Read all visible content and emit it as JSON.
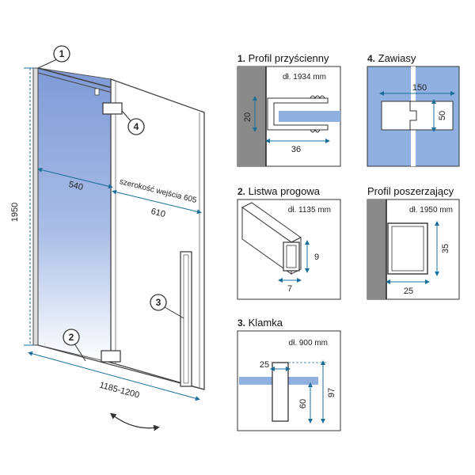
{
  "main": {
    "dimensions": {
      "height": "1950",
      "panel_width": "540",
      "entrance_label": "szerokość wejścia 605",
      "door_width": "610",
      "total_width": "1185-1200"
    },
    "callouts": [
      "1",
      "2",
      "3",
      "4"
    ]
  },
  "details": {
    "profile": {
      "number": "1.",
      "title": "Profil przyścienny",
      "length": "dł. 1934 mm",
      "dim_height": "20",
      "dim_width": "36"
    },
    "hinges": {
      "number": "4.",
      "title": "Zawiasy",
      "dim_width": "150",
      "dim_height": "50"
    },
    "threshold": {
      "number": "2.",
      "title": "Listwa progowa",
      "length": "dł. 1135 mm",
      "dim_height": "9",
      "dim_width": "7"
    },
    "extension": {
      "title": "Profil poszerzający",
      "length": "dł. 1950 mm",
      "dim_height": "35",
      "dim_width": "25"
    },
    "handle": {
      "number": "3.",
      "title": "Klamka",
      "length": "dł. 900 mm",
      "dim_width": "25",
      "dim_height_inner": "60",
      "dim_height_total": "97"
    }
  },
  "colors": {
    "glass_blue": "#8fa7d8",
    "detail_blue": "#8fb0e0",
    "dim_line": "#1b6f9a",
    "outline": "#333333",
    "wall": "#8a8a8a"
  }
}
